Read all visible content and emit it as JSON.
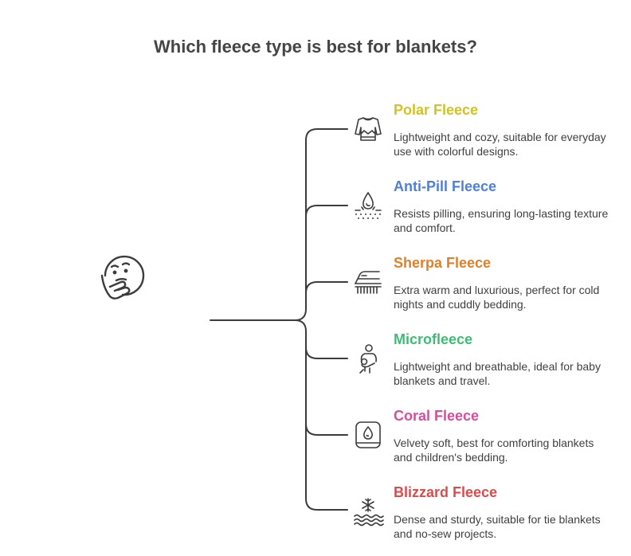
{
  "title": "Which fleece type is best for blankets?",
  "items": [
    {
      "label": "Polar Fleece",
      "desc": "Lightweight and cozy, suitable for everyday use with colorful designs.",
      "color": "#d1c420",
      "icon": "sweater-icon"
    },
    {
      "label": "Anti-Pill Fleece",
      "desc": "Resists pilling, ensuring long-lasting texture and comfort.",
      "color": "#4f7fd8",
      "icon": "anti-pill-drop-icon"
    },
    {
      "label": "Sherpa Fleece",
      "desc": "Extra warm and luxurious, perfect for cold nights and cuddly bedding.",
      "color": "#e0812a",
      "icon": "heater-icon"
    },
    {
      "label": "Microfleece",
      "desc": "Lightweight and breathable, ideal for baby blankets and travel.",
      "color": "#3fbb77",
      "icon": "parent-baby-icon"
    },
    {
      "label": "Coral Fleece",
      "desc": "Velvety soft, best for comforting blankets and children's bedding.",
      "color": "#d84c9c",
      "icon": "soft-blanket-icon"
    },
    {
      "label": "Blizzard Fleece",
      "desc": "Dense and sturdy, suitable for tie blankets and no-sew projects.",
      "color": "#dc4b4b",
      "icon": "snowflake-waves-icon"
    }
  ]
}
